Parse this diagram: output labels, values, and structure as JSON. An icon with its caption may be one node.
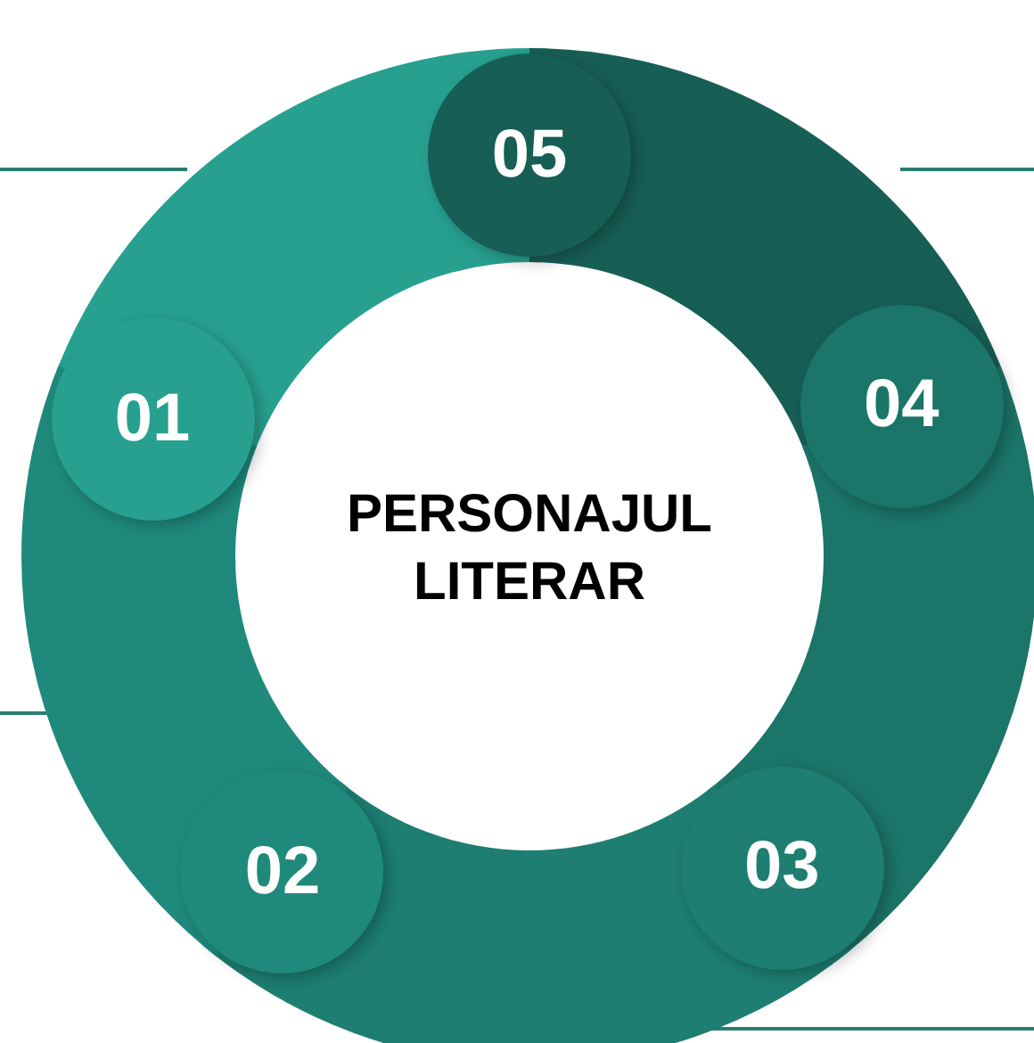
{
  "diagram": {
    "nodes": [
      {
        "text": [
          "PERSONAJUL LITERAR"
        ]
      },
      {
        "text": [
          "01"
        ]
      },
      {
        "text": [
          "02"
        ]
      },
      {
        "text": [
          "03"
        ]
      },
      {
        "text": [
          "04"
        ]
      },
      {
        "text": [
          "05"
        ]
      }
    ]
  }
}
